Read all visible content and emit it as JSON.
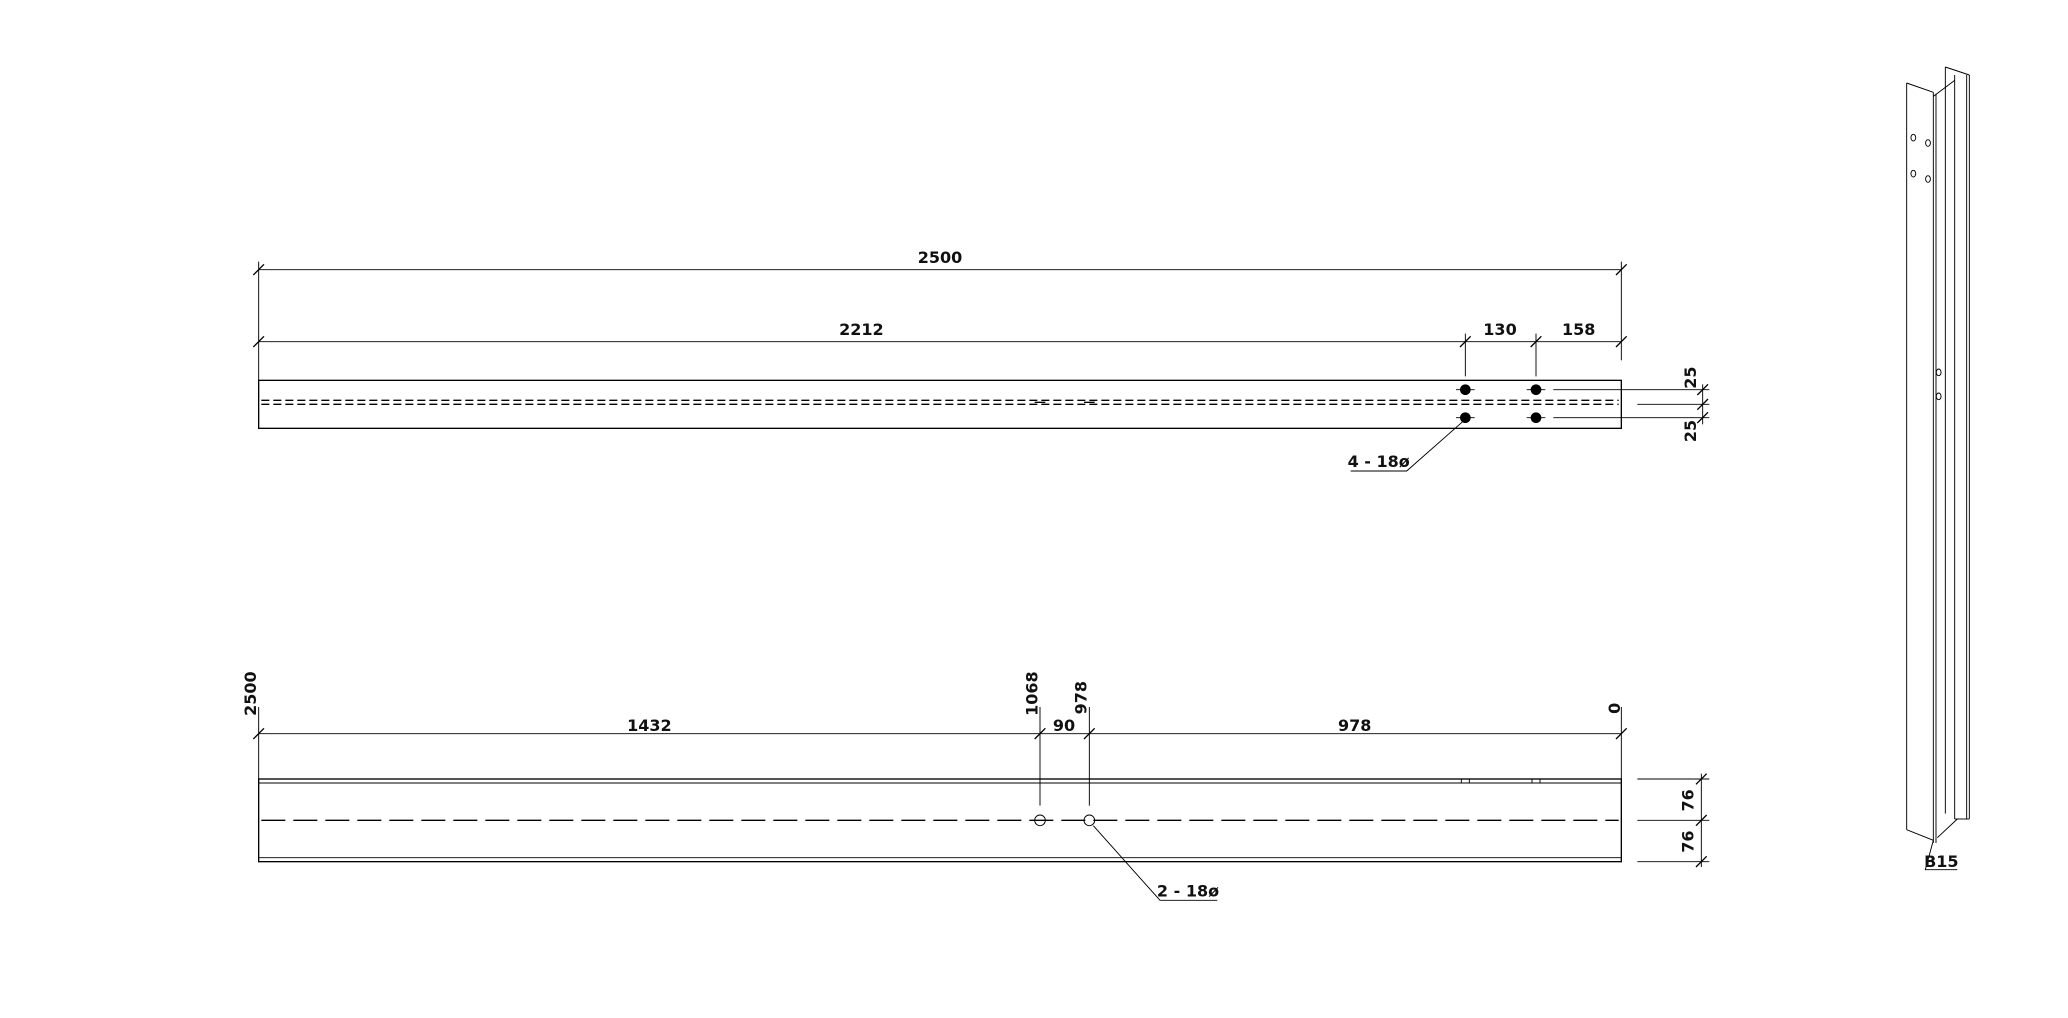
{
  "top_view": {
    "overall_length": "2500",
    "segments": [
      "2212",
      "130",
      "158"
    ],
    "vertical_spacing": [
      "25",
      "25"
    ],
    "hole_callout": "4 - 18ø"
  },
  "side_view": {
    "segments": [
      "1432",
      "90",
      "978"
    ],
    "ordinates": [
      "2500",
      "1068",
      "978",
      "0"
    ],
    "vertical_spacing": [
      "76",
      "76"
    ],
    "hole_callout": "2 - 18ø"
  },
  "iso_view": {
    "mark": "B15"
  }
}
